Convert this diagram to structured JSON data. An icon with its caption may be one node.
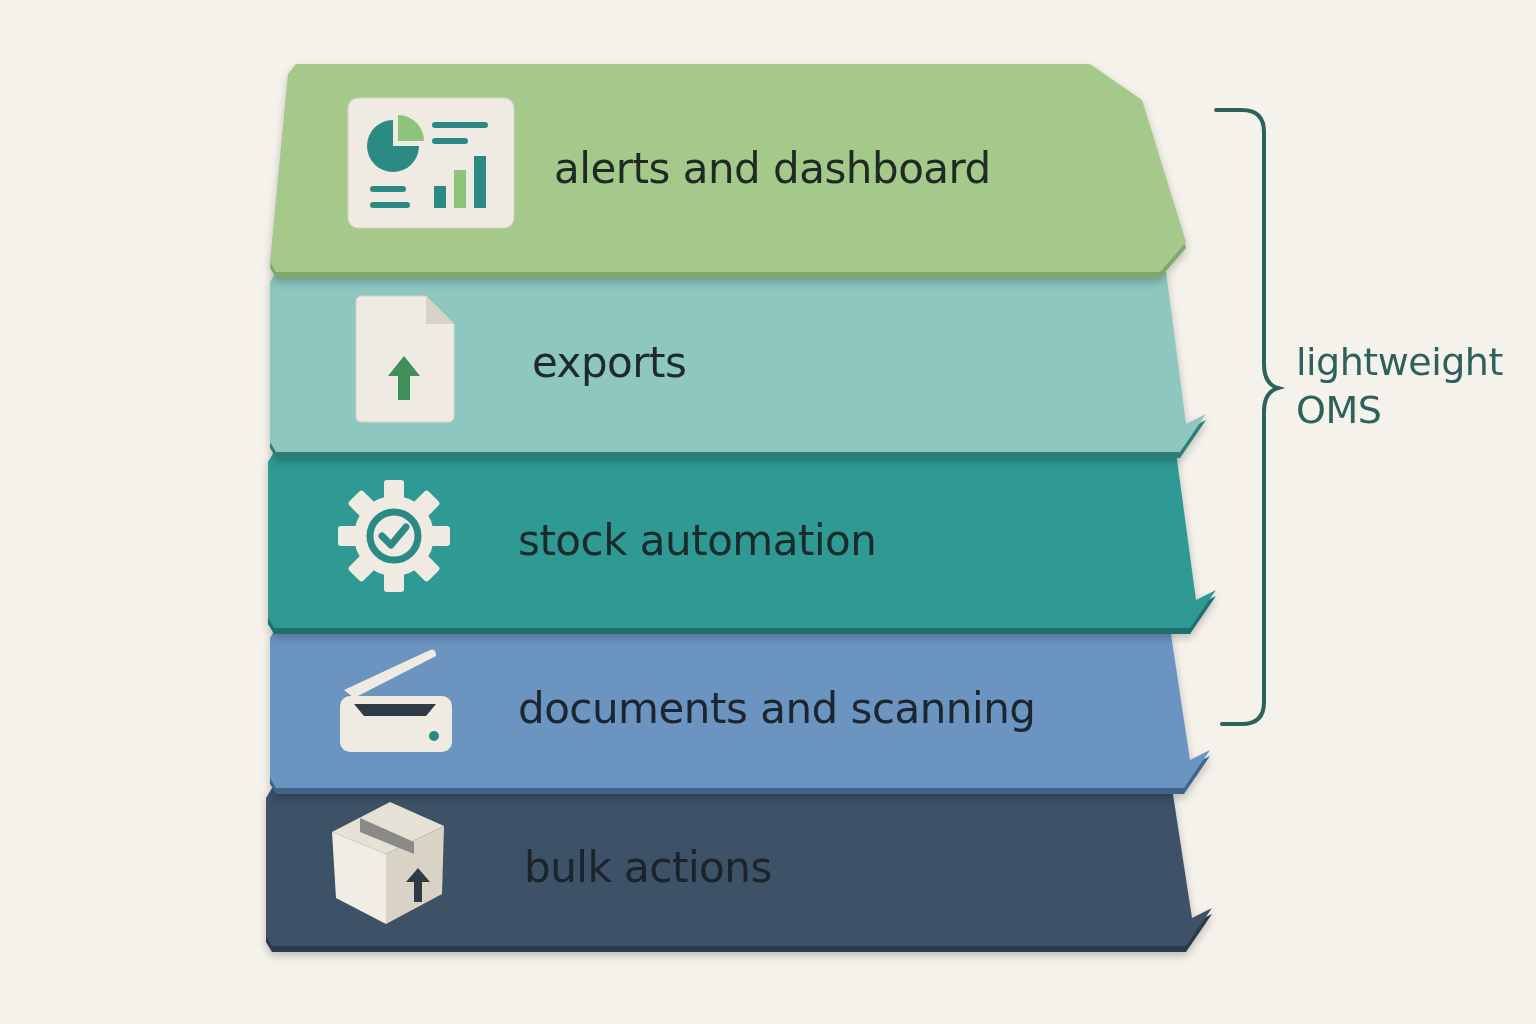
{
  "diagram": {
    "nodes": [
      {
        "text": [
          "alerts and dashboard"
        ]
      },
      {
        "text": [
          "exports"
        ]
      },
      {
        "text": [
          "stock automation"
        ]
      },
      {
        "text": [
          "documents and scanning"
        ]
      },
      {
        "text": [
          "bulk actions"
        ]
      }
    ],
    "labels": [
      "lightweight OMS"
    ]
  }
}
